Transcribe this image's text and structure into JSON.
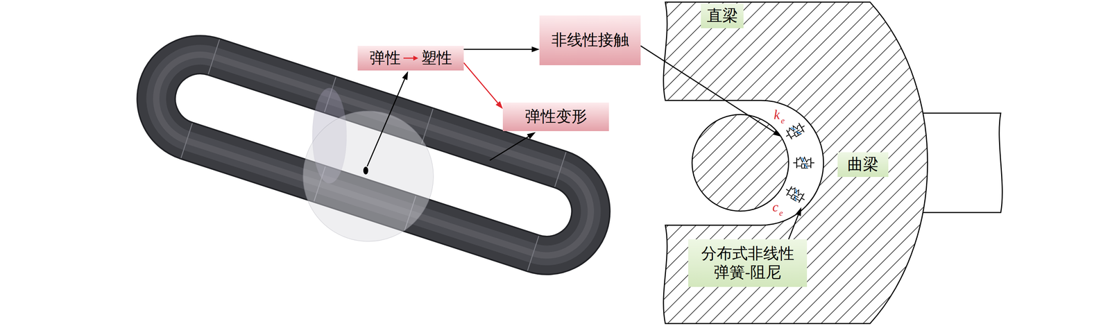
{
  "diagram": {
    "nodes": [
      {
        "text": [
          "弹性",
          "塑性"
        ]
      },
      {
        "text": [
          "非线性接触"
        ]
      },
      {
        "text": [
          "弹性变形"
        ]
      },
      {
        "text": [
          "直梁"
        ]
      },
      {
        "text": [
          "曲梁"
        ]
      },
      {
        "text": [
          "分布式非线性 弹簧-阻尼"
        ]
      }
    ],
    "edges": [
      {
        "from": 0,
        "to": 1,
        "arrow": "to"
      },
      {
        "from": 0,
        "to": 2,
        "arrow": "to"
      }
    ],
    "labels": [
      "k",
      "e",
      "c",
      "e"
    ]
  }
}
